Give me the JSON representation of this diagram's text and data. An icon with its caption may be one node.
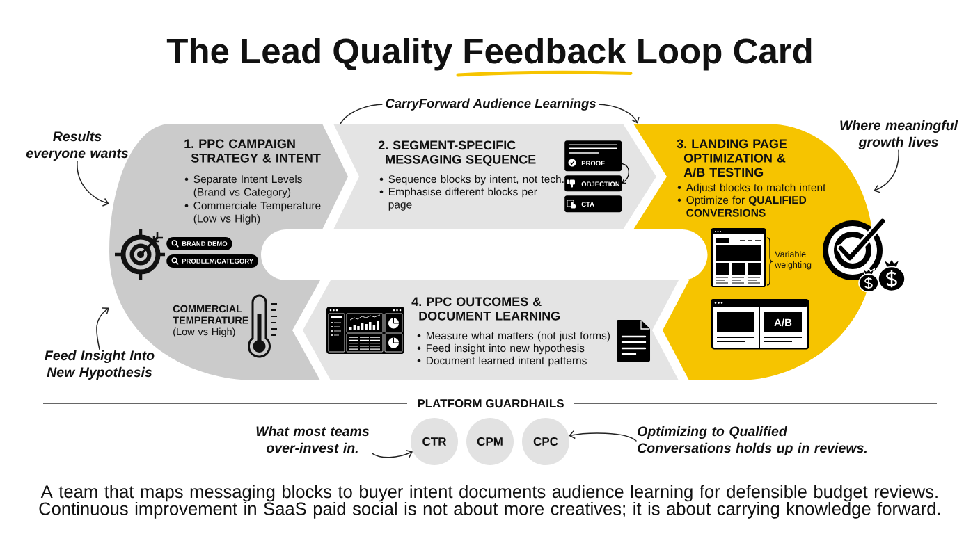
{
  "diagram": {
    "title": "The Lead Quality Feedback Loop Card",
    "caption": "A team that maps messaging blocks to buyer intent documents audience learning for defensible budget reviews. Continuous improvement in SaaS paid social is not about more creatives; it is about carrying knowledge forward.",
    "nodes": [
      {
        "text": [
          "1. PPC CAMPAIGN STRATEGY & INTENT",
          "Separate Intent Levels (Brand vs Category)",
          "Commerciale Temperature (Low vs High)",
          "**COMMERCIAL TEMPERATURE** (Low vs High)"
        ]
      },
      {
        "text": [
          "BRAND DEMO"
        ],
        "in": 0
      },
      {
        "text": [
          "PROBLEM/CATEGORY"
        ],
        "in": 0
      },
      {
        "text": [
          "2. SEGMENT-SPECIFIC MESSAGING SEQUENCE",
          "Sequence blocks by intent, not tech.",
          "Emphasise different blocks per page"
        ]
      },
      {
        "text": [
          "PROOF"
        ],
        "in": 3
      },
      {
        "text": [
          "OBJECTION"
        ],
        "in": 3
      },
      {
        "text": [
          "CTA"
        ],
        "in": 3
      },
      {
        "text": [
          "3. LANDING PAGE OPTIMIZATION & A/B TESTING",
          "Adjust blocks to match intent",
          "Optimize for **QUALIFIED CONVERSIONS**"
        ]
      },
      {
        "text": [
          "A/B"
        ],
        "in": 7
      },
      {
        "text": [
          "4. PPC OUTCOMES & DOCUMENT LEARNING",
          "Measure what matters (not just forms)",
          "Feed insight into new hypothesis",
          "Document learned intent patterns"
        ]
      },
      {
        "text": [
          "Results everyone wants"
        ]
      },
      {
        "text": [
          "Feed Insight Into New Hypothesis"
        ]
      },
      {
        "text": [
          "Where meaningful growth lives"
        ]
      },
      {
        "text": [
          "CTR"
        ]
      },
      {
        "text": [
          "CPM"
        ]
      },
      {
        "text": [
          "CPC"
        ]
      },
      {
        "text": [
          "What most teams over-invest in."
        ]
      },
      {
        "text": [
          "Optimizing to Qualified Conversations holds up in reviews."
        ]
      }
    ],
    "edges": [
      {
        "from": 0,
        "to": 7,
        "arrow": "to",
        "label": "CarryForward Audience Learnings"
      },
      {
        "from": 4,
        "to": 5,
        "arrow": "to"
      },
      {
        "from": 10,
        "to": 0,
        "arrow": "to"
      },
      {
        "from": 11,
        "to": 0,
        "arrow": "to"
      },
      {
        "from": 12,
        "to": 7,
        "arrow": "to"
      },
      {
        "from": 16,
        "to": 13,
        "arrow": "to"
      },
      {
        "from": 17,
        "to": 15,
        "arrow": "to"
      }
    ],
    "labels": [
      "Variable weighting",
      "PLATFORM GUARDHAILS"
    ]
  }
}
